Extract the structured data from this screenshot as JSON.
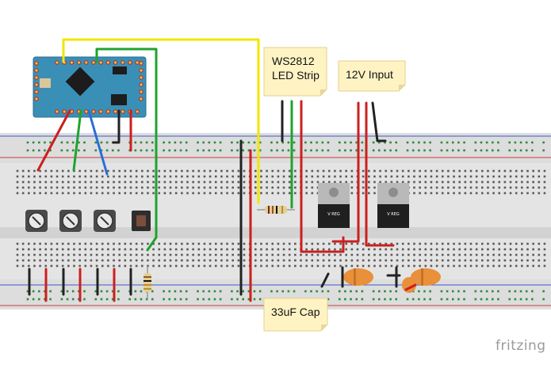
{
  "notes": {
    "led_strip_line1": "WS2812",
    "led_strip_line2": "LED Strip",
    "power_input": "12V Input",
    "capacitor": "33uF Cap"
  },
  "regulators": {
    "left_label": "V REG",
    "right_label": "V REG"
  },
  "watermark": "fritzing",
  "colors": {
    "wire_red": "#cc1f1f",
    "wire_black": "#222222",
    "wire_green": "#1fa32f",
    "wire_blue": "#2a6fd6",
    "wire_yellow": "#f2e600",
    "board_teal": "#3a8fb7",
    "note_yellow": "#fff3c4",
    "breadboard": "#e6e6e6"
  }
}
